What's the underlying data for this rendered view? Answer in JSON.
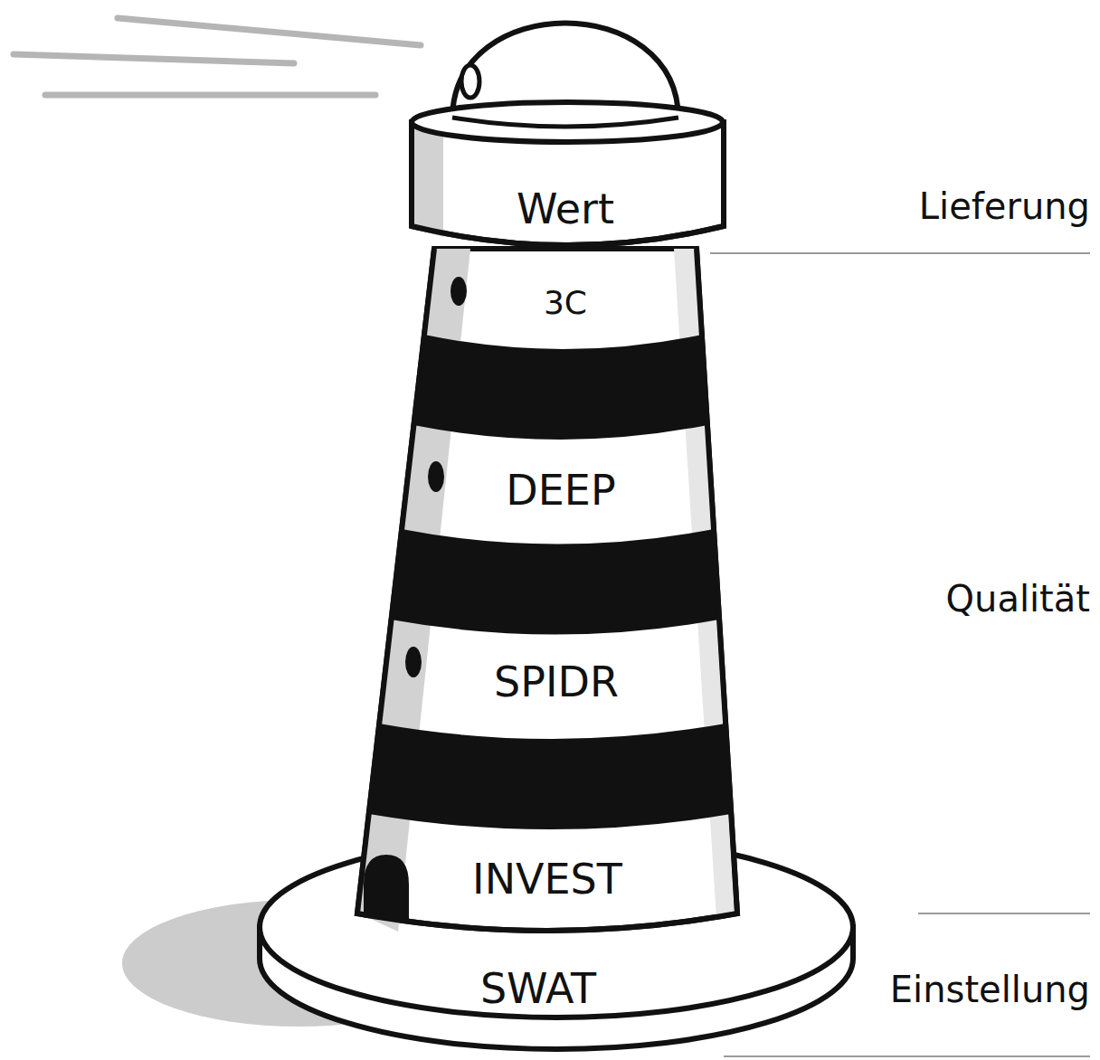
{
  "diagram": {
    "nodes": [
      {
        "text": [
          "Wert"
        ]
      },
      {
        "text": [
          "3C"
        ]
      },
      {
        "text": [
          "DEEP"
        ]
      },
      {
        "text": [
          "SPIDR"
        ]
      },
      {
        "text": [
          "INVEST"
        ]
      },
      {
        "text": [
          "SWAT"
        ]
      }
    ],
    "labels": [
      "Lieferung",
      "Qualität",
      "Einstellung"
    ]
  }
}
